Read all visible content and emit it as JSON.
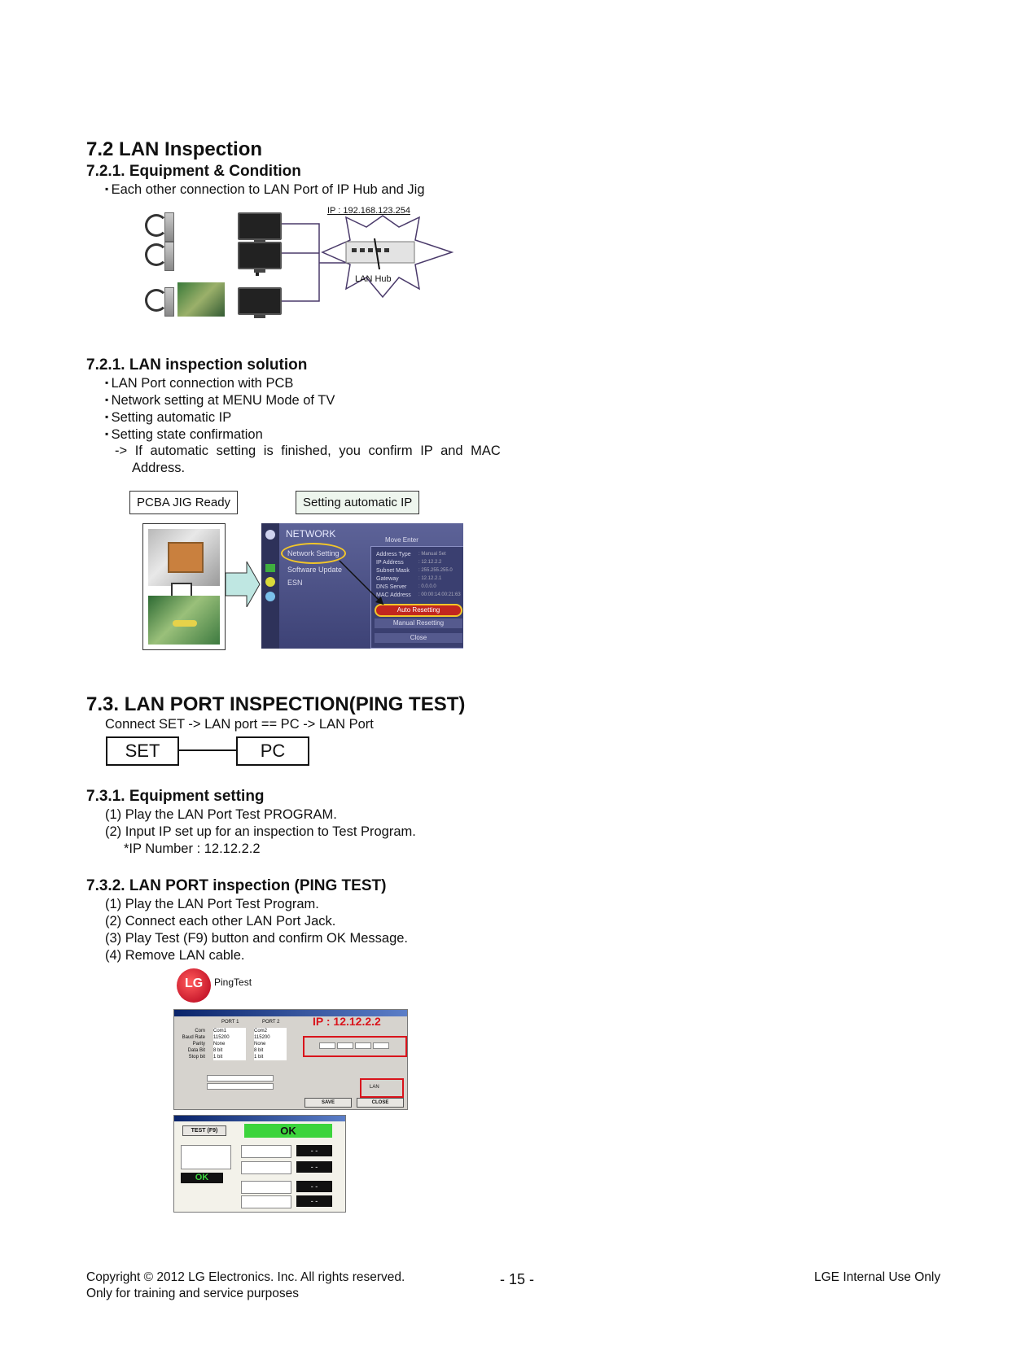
{
  "sec72": {
    "title": "7.2 LAN Inspection",
    "sub1_title": "7.2.1. Equipment & Condition",
    "sub1_line": "Each other connection to LAN Port of IP Hub and Jig",
    "diagram": {
      "ip_label": "IP : 192.168.123.254",
      "hub_label": "LAN Hub"
    },
    "sub2_title": "7.2.1. LAN inspection solution",
    "sub2_bullets": [
      "LAN Port connection with PCB",
      "Network setting at MENU Mode of TV",
      "Setting automatic IP",
      "Setting state confirmation"
    ],
    "sub2_note_line1": "-> If automatic setting is finished, you confirm IP and MAC",
    "sub2_note_line2": "Address.",
    "img_label_left": "PCBA JIG Ready",
    "img_label_right": "Setting automatic IP",
    "network_menu": {
      "title": "NETWORK",
      "items": [
        "Network Setting",
        "Software Update",
        "ESN"
      ],
      "hint": "Move  Enter",
      "fields": [
        "Address Type",
        "IP Address",
        "Subnet Mask",
        "Gateway",
        "DNS Server",
        "MAC Address"
      ],
      "values": [
        ": Manual Set",
        ": 12.12.2.2",
        ": 255.255.255.0",
        ": 12.12.2.1",
        ": 0.0.0.0",
        ": 00:00:14:00:21:63"
      ],
      "btn_auto": "Auto Resetting",
      "btn_manual": "Manual Resetting",
      "btn_close": "Close"
    }
  },
  "sec73": {
    "title": "7.3. LAN PORT INSPECTION(PING TEST)",
    "connect_line": "Connect SET -> LAN port == PC -> LAN Port",
    "box_set": "SET",
    "box_pc": "PC",
    "sub1_title": "7.3.1. Equipment setting",
    "sub1_lines": [
      "(1) Play the LAN Port Test PROGRAM.",
      "(2) Input IP set up for an inspection to Test Program."
    ],
    "sub1_ip": "*IP Number : 12.12.2.2",
    "sub2_title": "7.3.2. LAN PORT inspection (PING TEST)",
    "sub2_lines": [
      "(1) Play the LAN Port Test Program.",
      "(2) Connect each other LAN Port Jack.",
      "(3) Play Test (F9) button and confirm OK Message.",
      "(4) Remove LAN cable."
    ],
    "pingtest": {
      "logo_text": "LG",
      "app_name": "PingTest",
      "ip_overlay": "IP : 12.12.2.2",
      "port1": "PORT 1",
      "port2": "PORT 2",
      "rows": [
        "Com",
        "Baud Rate",
        "Parity",
        "Data Bit",
        "Stop bit"
      ],
      "port1_vals": [
        "Com1",
        "115200",
        "None",
        "8 bit",
        "1 bit"
      ],
      "port2_vals": [
        "Com2",
        "115200",
        "None",
        "8 bit",
        "1 bit"
      ],
      "save_btn": "SAVE",
      "close_btn": "CLOSE",
      "lan_option": "LAN",
      "test_btn": "TEST (F9)",
      "ok_big": "OK",
      "ok_small": "OK",
      "dash": "- -"
    }
  },
  "footer": {
    "copyright": "Copyright  © 2012  LG Electronics. Inc. All rights reserved.",
    "training": "Only for training and service purposes",
    "page": "- 15 -",
    "internal": "LGE Internal Use Only"
  },
  "colors": {
    "menu_bg": "#4a4f86",
    "ok_green": "#3cd43c",
    "highlight_red": "#d9141c",
    "highlight_yellow": "#f2c62a"
  }
}
